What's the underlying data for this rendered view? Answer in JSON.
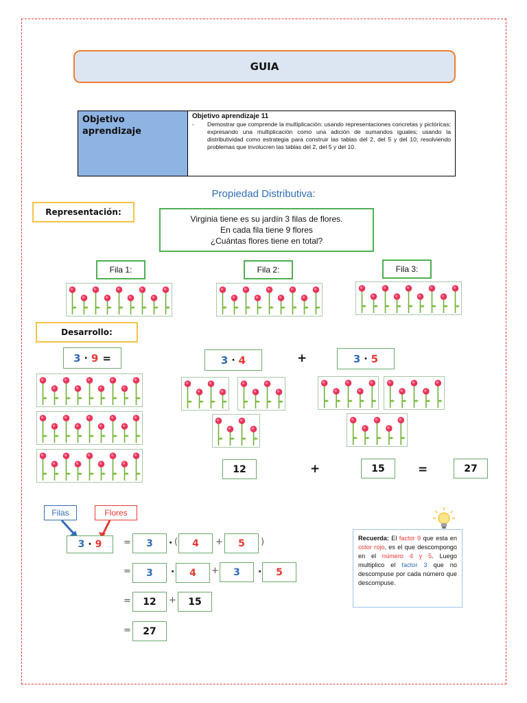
{
  "title": "GUIA",
  "objective": {
    "label": "Objetivo aprendizaje",
    "title": "Objetivo aprendizaje 11",
    "bullet": "-",
    "text": "Demostrar que comprende la multiplicación: usando representaciones concretas y pictóricas; expresando una multiplicación como una adición de sumandos iguales; usando la distributividad como estrategia para construir las tablas del 2, del 5 y del 10; resolviendo problemas que involucren las tablas del 2, del 5 y del 10."
  },
  "section_title": "Propiedad Distributiva:",
  "representacion": {
    "label": "Representación:",
    "problem": [
      "Virginia tiene es su jardín 3 filas de flores.",
      "En cada fila tiene 9 flores",
      "¿Cuántas flores tiene en total?"
    ],
    "rows": [
      "Fila 1:",
      "Fila 2:",
      "Fila 3:"
    ]
  },
  "desarrollo": {
    "label": "Desarrollo:",
    "main_expr": {
      "a": "3",
      "dot": "·",
      "b": "9",
      "eq": "="
    },
    "left_expr": {
      "a": "3",
      "dot": "·",
      "b": "4"
    },
    "plus": "+",
    "right_expr": {
      "a": "3",
      "dot": "·",
      "b": "5"
    },
    "result_left": "12",
    "result_plus": "+",
    "result_right": "15",
    "result_eq": "=",
    "result_total": "27"
  },
  "steps": {
    "tag_filas": "Filas",
    "tag_flores": "Flores",
    "expr": {
      "a": "3",
      "dot": "·",
      "b": "9"
    },
    "line1": {
      "eq": "=",
      "a": "3",
      "dot": "·",
      "open": "(",
      "b": "4",
      "plus": "+",
      "c": "5",
      "close": ")"
    },
    "line2": {
      "eq": "=",
      "a": "3",
      "dot1": "·",
      "b": "4",
      "plus": "+",
      "c": "3",
      "dot2": "·",
      "d": "5"
    },
    "line3": {
      "eq": "=",
      "a": "12",
      "plus": "+",
      "b": "15"
    },
    "line4": {
      "eq": "=",
      "a": "27"
    }
  },
  "note": {
    "bold": "Recuerda:",
    "t1": " El ",
    "r1": "factor 9",
    "t2": " que esta en ",
    "r2": "color rojo",
    "t3": ", es el que descompongo en el ",
    "r3": "número 4 y 5",
    "t4": ". Luego multiplico el ",
    "b1": "factor 3",
    "t5": " que no descompuse por cada número que descompuse."
  },
  "colors": {
    "blue": "#2f6db5",
    "red": "#e53935",
    "green": "#4caf50",
    "yellow": "#f6c342",
    "orange": "#ef7d31",
    "header_fill": "#dce6f2",
    "objective_fill": "#8eb4e3"
  },
  "icons": [
    "lightbulb-icon",
    "flower-icon",
    "arrow-icon"
  ]
}
